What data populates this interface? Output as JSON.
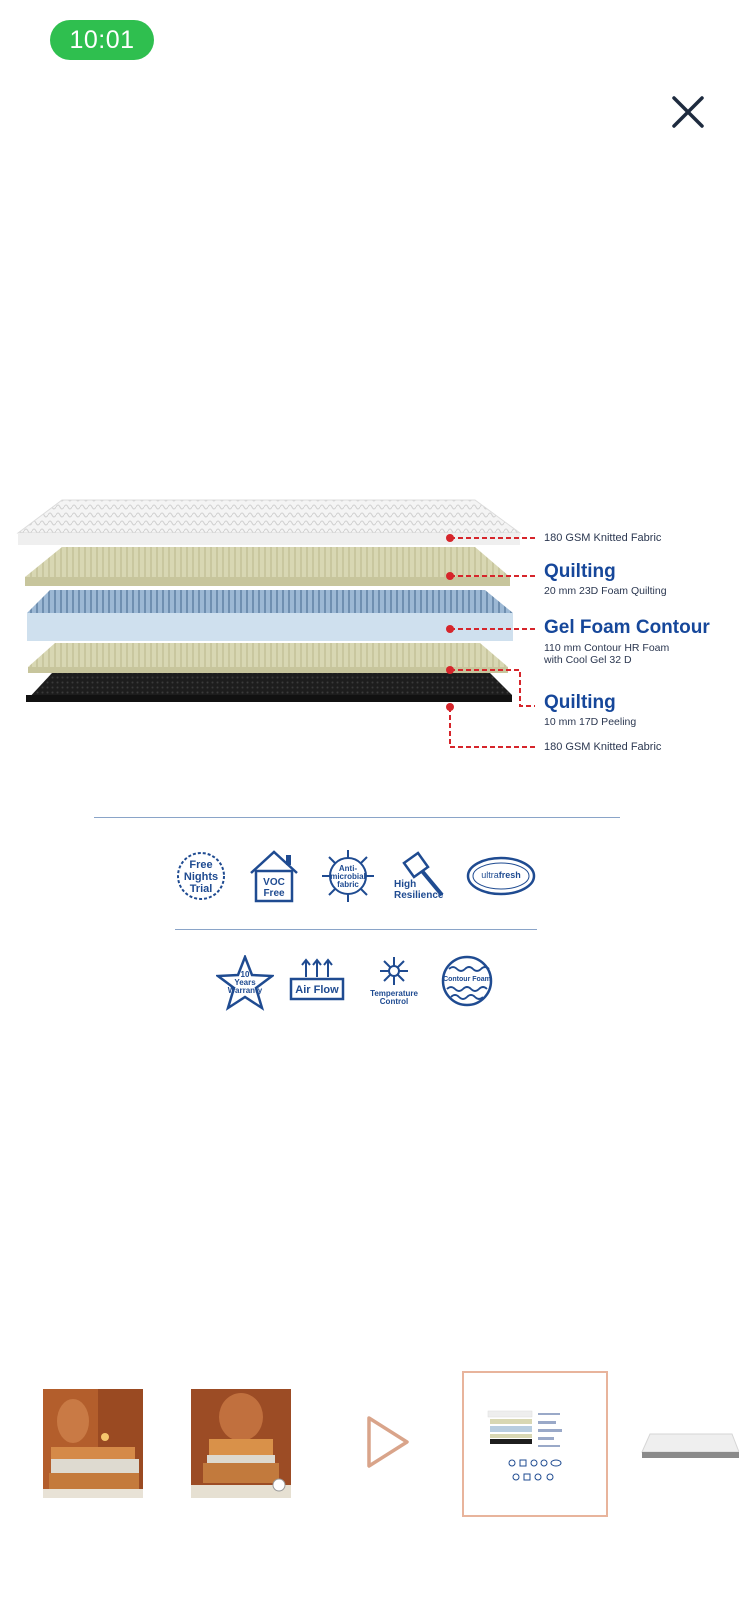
{
  "status_bar": {
    "time": "10:01"
  },
  "layers": [
    {
      "name": "",
      "detail": "180 GSM Knitted Fabric"
    },
    {
      "name": "Quilting",
      "detail": "20 mm 23D Foam Quilting"
    },
    {
      "name": "Gel Foam Contour",
      "detail": "110 mm Contour HR Foam",
      "detail2": "with Cool Gel 32 D"
    },
    {
      "name": "Quilting",
      "detail": "10 mm 17D Peeling"
    },
    {
      "name": "",
      "detail": "180 GSM Knitted Fabric"
    }
  ],
  "badges_row1": [
    {
      "icon": "free-nights-trial-icon",
      "l1": "Free",
      "l2": "Nights",
      "l3": "Trial"
    },
    {
      "icon": "voc-free-icon",
      "l1": "VOC",
      "l2": "Free"
    },
    {
      "icon": "antimicrobial-icon",
      "l1": "Anti-",
      "l2": "microbial",
      "l3": "fabric"
    },
    {
      "icon": "high-resilience-icon",
      "l1": "High",
      "l2": "Resilience"
    },
    {
      "icon": "ultrafresh-icon",
      "l1": "ultra",
      "l2": "fresh"
    }
  ],
  "badges_row2": [
    {
      "icon": "warranty-star-icon",
      "l1": "10",
      "l2": "Years",
      "l3": "Warranty"
    },
    {
      "icon": "air-flow-icon",
      "l1": "Air Flow"
    },
    {
      "icon": "temperature-control-icon",
      "l1": "Temperature",
      "l2": "Control"
    },
    {
      "icon": "contour-foam-icon",
      "l1": "Contour Foam"
    }
  ],
  "colors": {
    "brand_blue": "#16479a",
    "accent_red": "#d6252b",
    "selected_border": "#e8b49c"
  }
}
